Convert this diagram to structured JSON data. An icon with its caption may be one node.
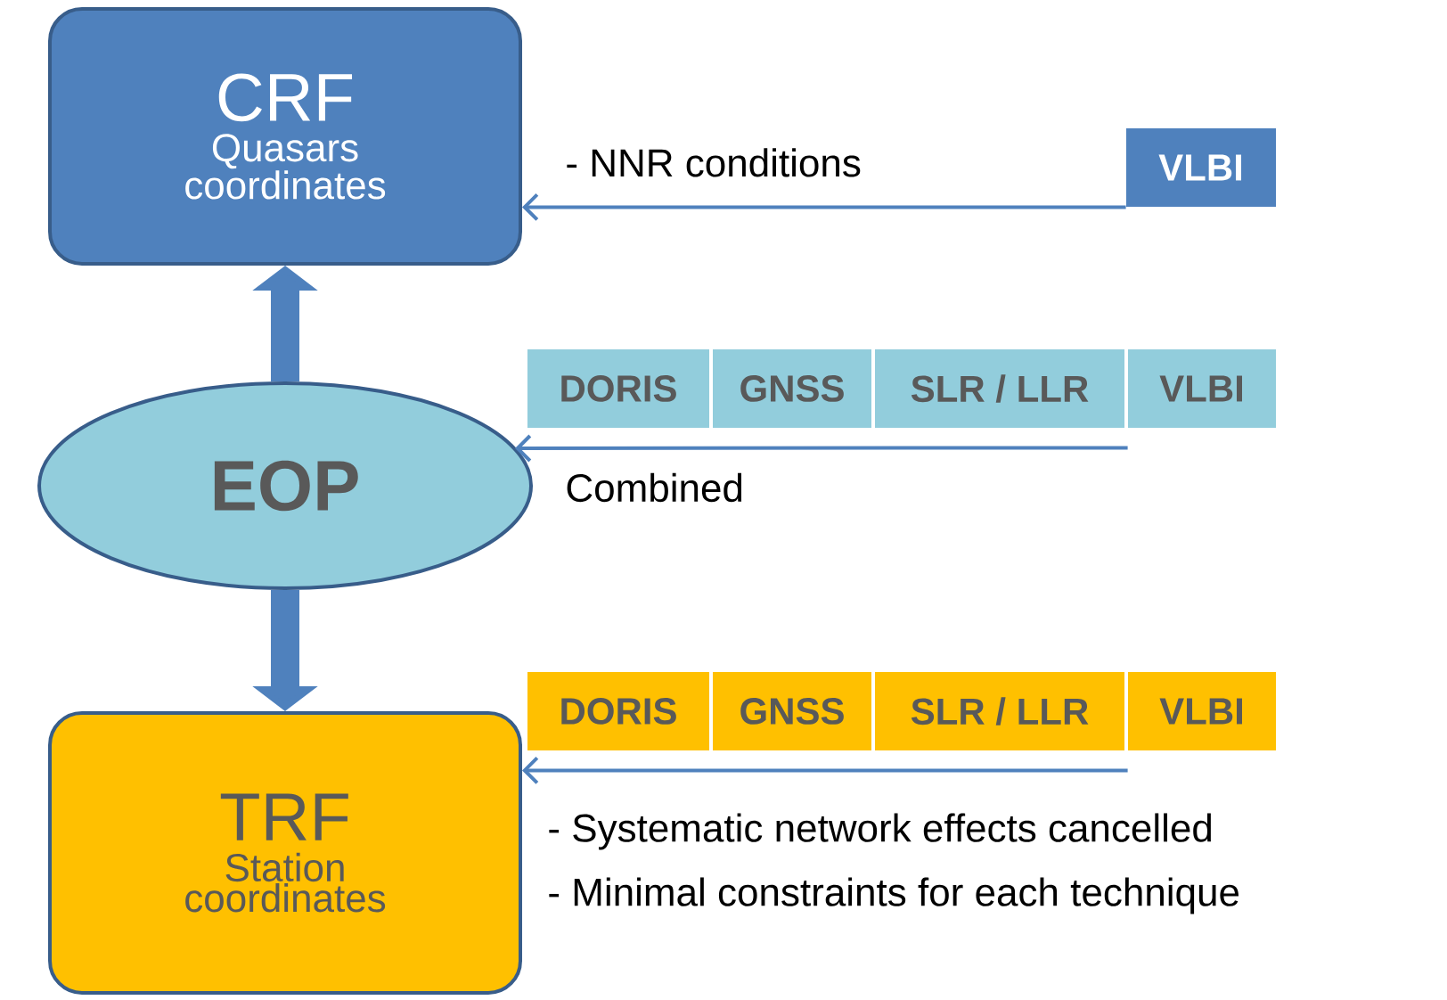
{
  "diagram": {
    "nodes": [
      {
        "text": [
          "CRF",
          "Quasars coordinates"
        ]
      },
      {
        "text": [
          "VLBI"
        ]
      },
      {
        "text": [
          "EOP"
        ]
      },
      {
        "text": [
          "DORIS"
        ]
      },
      {
        "text": [
          "GNSS"
        ]
      },
      {
        "text": [
          "SLR / LLR"
        ]
      },
      {
        "text": [
          "VLBI"
        ]
      },
      {
        "text": [
          "TRF",
          "Station coordinates"
        ],
        "beside": [
          "- Systematic network effects cancelled",
          "- Minimal constraints for each technique"
        ]
      },
      {
        "text": [
          "DORIS"
        ]
      },
      {
        "text": [
          "GNSS"
        ]
      },
      {
        "text": [
          "SLR / LLR"
        ]
      },
      {
        "text": [
          "VLBI"
        ]
      }
    ],
    "edges": [
      {
        "from": 1,
        "to": 0,
        "arrow": "to",
        "label": "- NNR conditions"
      },
      {
        "from": 2,
        "to": 0,
        "arrow": "to",
        "style": "thick"
      },
      {
        "from": 6,
        "to": 2,
        "arrow": "to",
        "label": "Combined"
      },
      {
        "from": 2,
        "to": 7,
        "arrow": "to",
        "style": "thick"
      },
      {
        "from": 11,
        "to": 7,
        "arrow": "to"
      }
    ]
  }
}
